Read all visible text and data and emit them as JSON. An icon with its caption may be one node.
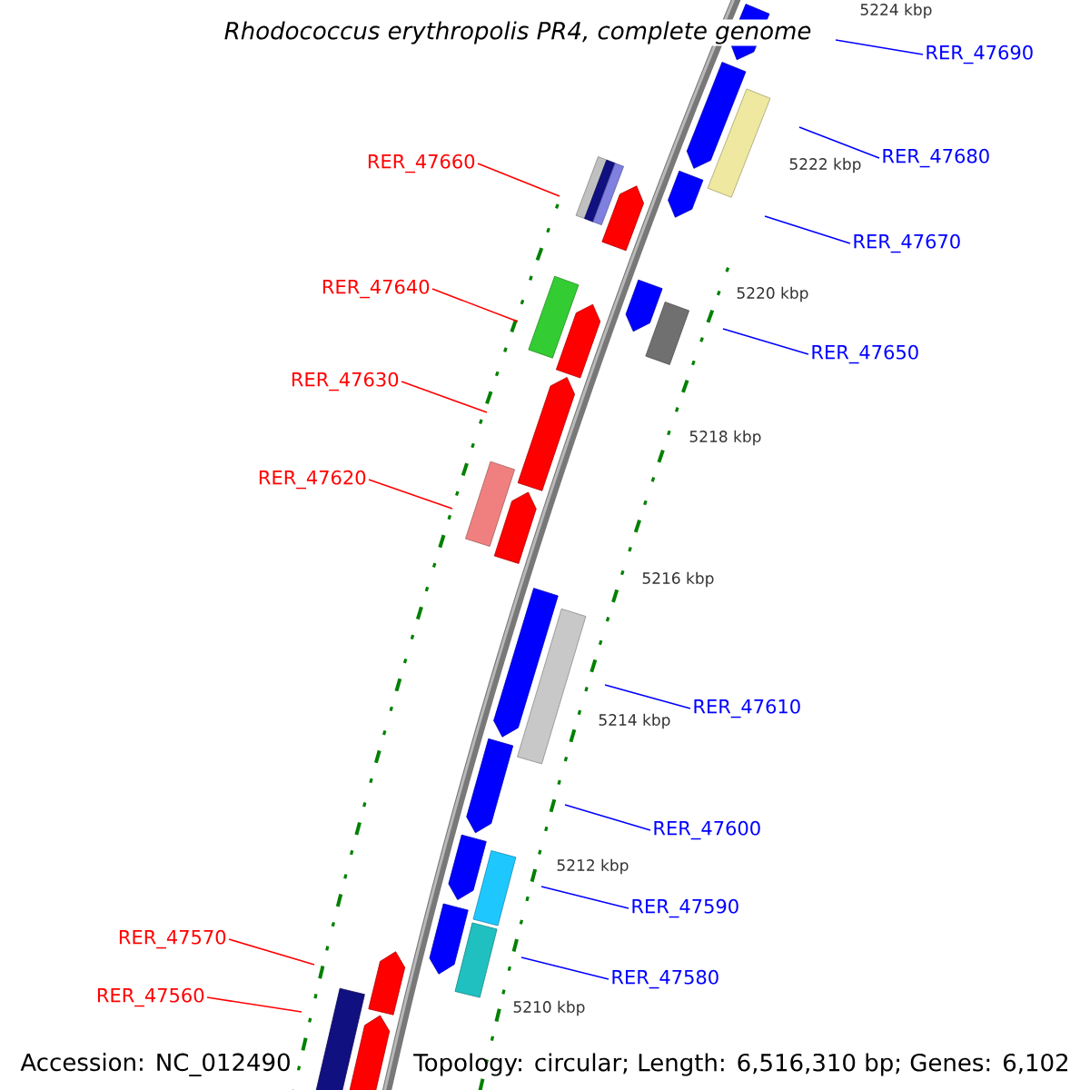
{
  "diagram": {
    "title": "Rhodococcus erythropolis PR4, complete genome",
    "nodes": [
      {
        "text": [
          "RER_47690"
        ]
      },
      {
        "text": [
          "RER_47660"
        ]
      },
      {
        "text": [
          "RER_47680"
        ]
      },
      {
        "text": [
          "RER_47670"
        ]
      },
      {
        "text": [
          "RER_47640"
        ]
      },
      {
        "text": [
          "RER_47650"
        ]
      },
      {
        "text": [
          "RER_47630"
        ]
      },
      {
        "text": [
          "RER_47620"
        ]
      },
      {
        "text": [
          "RER_47610"
        ]
      },
      {
        "text": [
          "RER_47600"
        ]
      },
      {
        "text": [
          "RER_47590"
        ]
      },
      {
        "text": [
          "RER_47570"
        ]
      },
      {
        "text": [
          "RER_47580"
        ]
      },
      {
        "text": [
          "RER_47560"
        ]
      }
    ],
    "edges": [
      {
        "from": 0,
        "to": null,
        "arrow": "none"
      },
      {
        "from": 1,
        "to": null,
        "arrow": "none",
        "color": "#ff0000"
      },
      {
        "from": 2,
        "to": null,
        "arrow": "none"
      },
      {
        "from": 3,
        "to": null,
        "arrow": "none"
      },
      {
        "from": 4,
        "to": null,
        "arrow": "none",
        "color": "#ff0000"
      },
      {
        "from": 5,
        "to": null,
        "arrow": "none"
      },
      {
        "from": 6,
        "to": null,
        "arrow": "none",
        "color": "#ff0000"
      },
      {
        "from": 7,
        "to": null,
        "arrow": "none",
        "color": "#ff0000"
      },
      {
        "from": 8,
        "to": null,
        "arrow": "none"
      },
      {
        "from": 9,
        "to": null,
        "arrow": "none"
      },
      {
        "from": 10,
        "to": null,
        "arrow": "none"
      },
      {
        "from": 11,
        "to": null,
        "arrow": "none",
        "color": "#ff0000"
      },
      {
        "from": 12,
        "to": null,
        "arrow": "none"
      },
      {
        "from": 13,
        "to": null,
        "arrow": "none",
        "color": "#ff0000"
      }
    ],
    "labels": [
      "5224 kbp",
      "5222 kbp",
      "5220 kbp",
      "5218 kbp",
      "5216 kbp",
      "5214 kbp",
      "5212 kbp",
      "5210 kbp",
      "Accession: NC_012490",
      "Topology: circular; Length: 6,516,310 bp; Genes: 6,102"
    ]
  }
}
